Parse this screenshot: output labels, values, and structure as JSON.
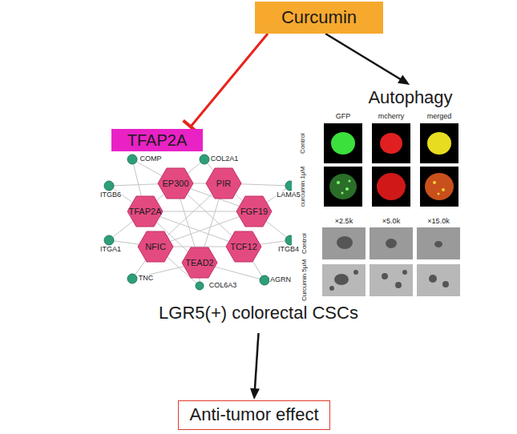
{
  "diagram": {
    "nodes": [
      {
        "text": [
          "Curcumin"
        ]
      },
      {
        "text": [
          "LGR5(+) colorectal CSCs"
        ]
      },
      {
        "text": [
          "TFAP2A"
        ],
        "in": 1
      },
      {
        "text": [
          "Autophagy"
        ],
        "in": 1
      },
      {
        "text": [
          "Anti-tumor effect"
        ]
      }
    ],
    "edges": [
      {
        "from": 0,
        "to": 2,
        "arrow": "to"
      },
      {
        "from": 0,
        "to": 3,
        "arrow": "to"
      },
      {
        "from": 1,
        "to": 4,
        "arrow": "to"
      }
    ],
    "labels": [
      "EP300",
      "PIR",
      "TFAP2A",
      "FGF19",
      "NFIC",
      "TCF12",
      "TEAD2",
      "COMP",
      "COL2A1",
      "ITGB6",
      "LAMA5",
      "ITGA1",
      "ITGB4",
      "TNC",
      "AGRN",
      "COL6A3",
      "GFP",
      "mcherry",
      "merged",
      "Control",
      "curcumin 1μM",
      "×2.5k",
      "×5.0k",
      "×15.0k",
      "Control",
      "Curcumin 5μM"
    ]
  }
}
